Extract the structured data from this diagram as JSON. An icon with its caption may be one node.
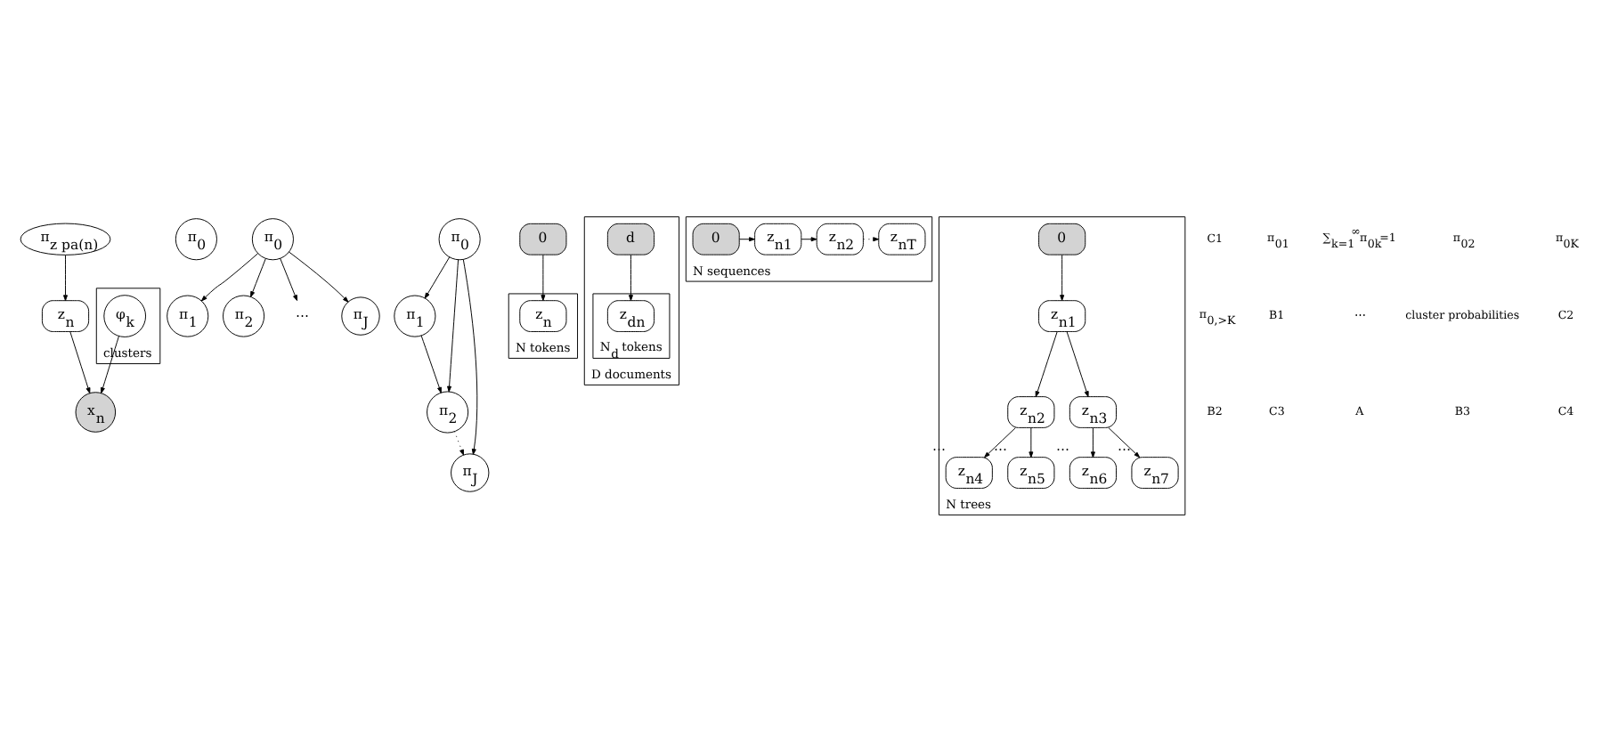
{
  "diagram": {
    "nodes": [
      {
        "text": [
          "π$_{z pa(n)}$"
        ]
      },
      {
        "text": [
          "z$_{n}$"
        ]
      },
      {
        "text": [
          "x$_{n}$"
        ]
      },
      {
        "text": [
          "clusters"
        ]
      },
      {
        "text": [
          "φ$_{k}$"
        ],
        "in": 3
      },
      {
        "text": [
          "π$_{0}$"
        ]
      },
      {
        "text": [
          "π$_{0}$"
        ]
      },
      {
        "text": [
          "π$_{1}$"
        ]
      },
      {
        "text": [
          "π$_{2}$"
        ]
      },
      {
        "text": [
          "⋯"
        ]
      },
      {
        "text": [
          "π$_{J}$"
        ]
      },
      {
        "text": [
          "π$_{0}$"
        ]
      },
      {
        "text": [
          "π$_{1}$"
        ]
      },
      {
        "text": [
          "π$_{2}$"
        ]
      },
      {
        "text": [
          "π$_{J}$"
        ]
      },
      {
        "text": [
          "0"
        ]
      },
      {
        "text": [
          "N tokens"
        ]
      },
      {
        "text": [
          "z$_{n}$"
        ],
        "in": 16
      },
      {
        "text": [
          "D documents"
        ]
      },
      {
        "text": [
          "d"
        ],
        "in": 18
      },
      {
        "text": [
          "N$_{d}$ tokens"
        ],
        "in": 18
      },
      {
        "text": [
          "z$_{dn}$"
        ],
        "in": 20
      },
      {
        "text": [
          "N sequences"
        ]
      },
      {
        "text": [
          "0"
        ],
        "in": 22
      },
      {
        "text": [
          "z$_{n1}$"
        ],
        "in": 22
      },
      {
        "text": [
          "z$_{n2}$"
        ],
        "in": 22
      },
      {
        "text": [
          "z$_{nT}$"
        ],
        "in": 22
      },
      {
        "text": [
          "N trees"
        ]
      },
      {
        "text": [
          "0"
        ],
        "in": 27
      },
      {
        "text": [
          "z$_{n1}$"
        ],
        "in": 27
      },
      {
        "text": [
          "z$_{n2}$"
        ],
        "in": 27
      },
      {
        "text": [
          "z$_{n3}$"
        ],
        "in": 27
      },
      {
        "text": [
          "z$_{n4}$"
        ],
        "in": 27,
        "beside": [
          "⋯"
        ]
      },
      {
        "text": [
          "z$_{n5}$"
        ],
        "in": 27,
        "beside": [
          "⋯"
        ]
      },
      {
        "text": [
          "z$_{n6}$"
        ],
        "in": 27,
        "beside": [
          "⋯"
        ]
      },
      {
        "text": [
          "z$_{n7}$"
        ],
        "in": 27,
        "beside": [
          "⋯"
        ]
      }
    ],
    "edges": [
      {
        "from": 0,
        "to": 1,
        "arrow": "to"
      },
      {
        "from": 1,
        "to": 2,
        "arrow": "to"
      },
      {
        "from": 4,
        "to": 2,
        "arrow": "to"
      },
      {
        "from": 6,
        "to": 7,
        "arrow": "to"
      },
      {
        "from": 6,
        "to": 8,
        "arrow": "to"
      },
      {
        "from": 6,
        "to": 9,
        "arrow": "to"
      },
      {
        "from": 6,
        "to": 10,
        "arrow": "to"
      },
      {
        "from": 11,
        "to": 12,
        "arrow": "to"
      },
      {
        "from": 11,
        "to": 13,
        "arrow": "to"
      },
      {
        "from": 11,
        "to": 14,
        "arrow": "to"
      },
      {
        "from": 12,
        "to": 13,
        "arrow": "to"
      },
      {
        "from": 13,
        "to": 14,
        "arrow": "to",
        "style": "dashed"
      },
      {
        "from": 15,
        "to": 17,
        "arrow": "to"
      },
      {
        "from": 19,
        "to": 21,
        "arrow": "to"
      },
      {
        "from": 23,
        "to": 24,
        "arrow": "to"
      },
      {
        "from": 24,
        "to": 25,
        "arrow": "to"
      },
      {
        "from": 25,
        "to": 26,
        "arrow": "to",
        "style": "dashed"
      },
      {
        "from": 28,
        "to": 29,
        "arrow": "to"
      },
      {
        "from": 29,
        "to": 30,
        "arrow": "to"
      },
      {
        "from": 29,
        "to": 31,
        "arrow": "to"
      },
      {
        "from": 30,
        "to": 32,
        "arrow": "to"
      },
      {
        "from": 30,
        "to": 33,
        "arrow": "to"
      },
      {
        "from": 31,
        "to": 34,
        "arrow": "to"
      },
      {
        "from": 31,
        "to": 35,
        "arrow": "to"
      }
    ],
    "labels": [
      "C1",
      "π$_{01}$",
      "∑$_{k=1}$$^{∞}$π$_{0k}$=1",
      "π$_{02}$",
      "π$_{0K}$",
      "π$_{0,>K}$",
      "B1",
      "⋯",
      "cluster probabilities",
      "C2",
      "B2",
      "C3",
      "A",
      "B3",
      "C4"
    ]
  }
}
